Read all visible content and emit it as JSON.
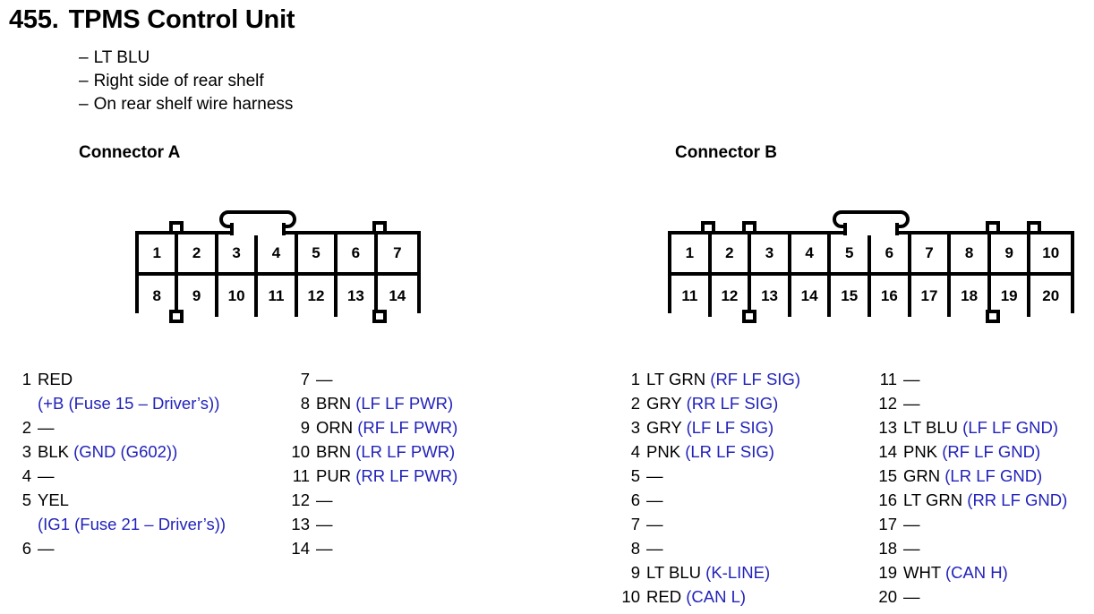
{
  "title": {
    "number": "455.",
    "name": "TPMS Control Unit"
  },
  "subtitle_lines": [
    "LT BLU",
    "Right side of rear shelf",
    "On rear shelf wire harness"
  ],
  "colors": {
    "signal_text": "#2222bb",
    "body_text": "#000000",
    "background": "#ffffff"
  },
  "connectors": [
    {
      "heading": "Connector A",
      "columns": 7,
      "rows": 2,
      "top_row_pins": [
        "1",
        "2",
        "3",
        "4",
        "5",
        "6",
        "7"
      ],
      "bottom_row_pins": [
        "8",
        "9",
        "10",
        "11",
        "12",
        "13",
        "14"
      ],
      "top_tab_positions": [
        1,
        6
      ],
      "bottom_tab_positions": [
        1,
        6
      ],
      "latch_after_column": 3
    },
    {
      "heading": "Connector B",
      "columns": 10,
      "rows": 2,
      "top_row_pins": [
        "1",
        "2",
        "3",
        "4",
        "5",
        "6",
        "7",
        "8",
        "9",
        "10"
      ],
      "bottom_row_pins": [
        "11",
        "12",
        "13",
        "14",
        "15",
        "16",
        "17",
        "18",
        "19",
        "20"
      ],
      "top_tab_positions": [
        1,
        2,
        8,
        9
      ],
      "bottom_tab_positions": [
        2,
        8
      ],
      "latch_after_column": 5
    }
  ],
  "pin_lists": {
    "a_left": [
      {
        "no": "1",
        "wire": "RED",
        "sig": "",
        "cont": "(+B (Fuse 15 – Driver’s))"
      },
      {
        "no": "2",
        "wire": "—",
        "sig": "",
        "cont": ""
      },
      {
        "no": "3",
        "wire": "BLK",
        "sig": "(GND (G602))",
        "cont": ""
      },
      {
        "no": "4",
        "wire": "—",
        "sig": "",
        "cont": ""
      },
      {
        "no": "5",
        "wire": "YEL",
        "sig": "",
        "cont": "(IG1 (Fuse 21 – Driver’s))"
      },
      {
        "no": "6",
        "wire": "—",
        "sig": "",
        "cont": ""
      }
    ],
    "a_right": [
      {
        "no": "7",
        "wire": "—",
        "sig": "",
        "cont": ""
      },
      {
        "no": "8",
        "wire": "BRN",
        "sig": "(LF LF PWR)",
        "cont": ""
      },
      {
        "no": "9",
        "wire": "ORN",
        "sig": "(RF LF PWR)",
        "cont": ""
      },
      {
        "no": "10",
        "wire": "BRN",
        "sig": "(LR LF PWR)",
        "cont": ""
      },
      {
        "no": "11",
        "wire": "PUR",
        "sig": "(RR LF PWR)",
        "cont": ""
      },
      {
        "no": "12",
        "wire": "—",
        "sig": "",
        "cont": ""
      },
      {
        "no": "13",
        "wire": "—",
        "sig": "",
        "cont": ""
      },
      {
        "no": "14",
        "wire": "—",
        "sig": "",
        "cont": ""
      }
    ],
    "b_left": [
      {
        "no": "1",
        "wire": "LT GRN",
        "sig": "(RF LF SIG)",
        "cont": ""
      },
      {
        "no": "2",
        "wire": "GRY",
        "sig": "(RR LF SIG)",
        "cont": ""
      },
      {
        "no": "3",
        "wire": "GRY",
        "sig": "(LF LF SIG)",
        "cont": ""
      },
      {
        "no": "4",
        "wire": "PNK",
        "sig": "(LR LF SIG)",
        "cont": ""
      },
      {
        "no": "5",
        "wire": "—",
        "sig": "",
        "cont": ""
      },
      {
        "no": "6",
        "wire": "—",
        "sig": "",
        "cont": ""
      },
      {
        "no": "7",
        "wire": "—",
        "sig": "",
        "cont": ""
      },
      {
        "no": "8",
        "wire": "—",
        "sig": "",
        "cont": ""
      },
      {
        "no": "9",
        "wire": "LT BLU",
        "sig": "(K-LINE)",
        "cont": ""
      },
      {
        "no": "10",
        "wire": "RED",
        "sig": "(CAN L)",
        "cont": ""
      }
    ],
    "b_right": [
      {
        "no": "11",
        "wire": "—",
        "sig": "",
        "cont": ""
      },
      {
        "no": "12",
        "wire": "—",
        "sig": "",
        "cont": ""
      },
      {
        "no": "13",
        "wire": "LT BLU",
        "sig": "(LF LF GND)",
        "cont": ""
      },
      {
        "no": "14",
        "wire": "PNK",
        "sig": "(RF LF GND)",
        "cont": ""
      },
      {
        "no": "15",
        "wire": "GRN",
        "sig": "(LR LF GND)",
        "cont": ""
      },
      {
        "no": "16",
        "wire": "LT GRN",
        "sig": "(RR LF GND)",
        "cont": ""
      },
      {
        "no": "17",
        "wire": "—",
        "sig": "",
        "cont": ""
      },
      {
        "no": "18",
        "wire": "—",
        "sig": "",
        "cont": ""
      },
      {
        "no": "19",
        "wire": "WHT",
        "sig": "(CAN H)",
        "cont": ""
      },
      {
        "no": "20",
        "wire": "—",
        "sig": "",
        "cont": ""
      }
    ]
  }
}
